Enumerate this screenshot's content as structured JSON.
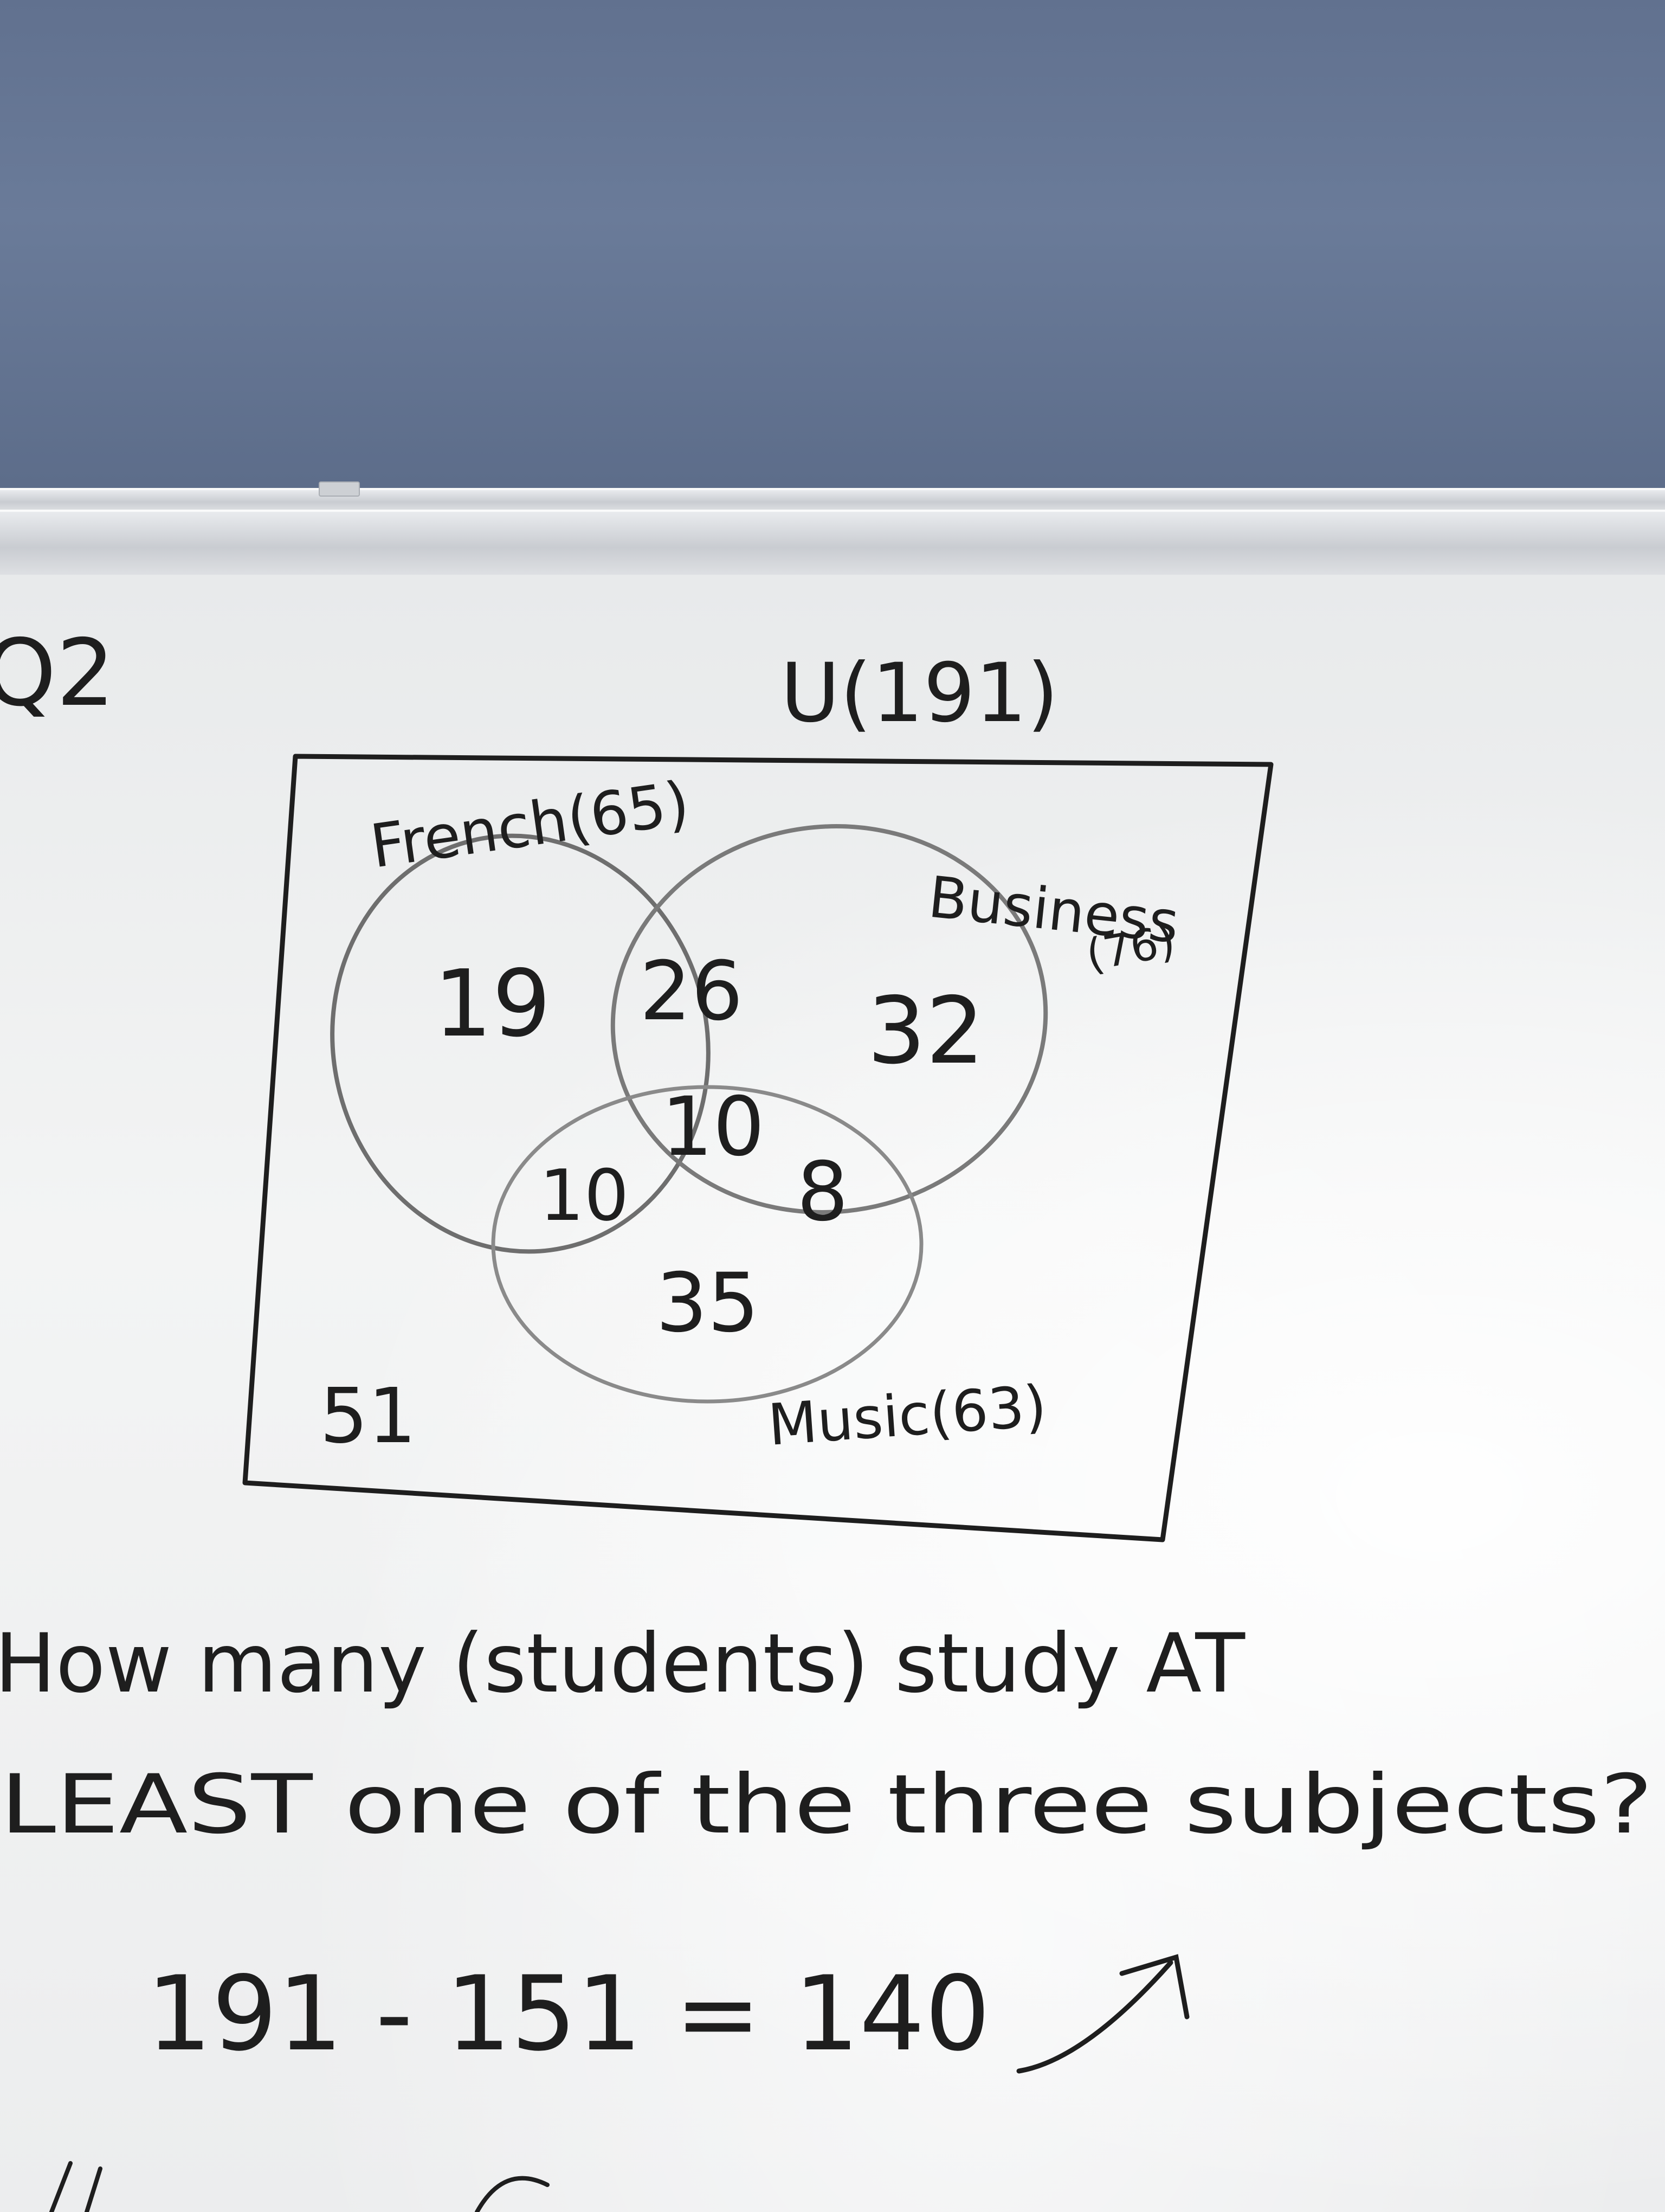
{
  "whiteboard": {
    "question_label": "Q2",
    "universe_label": "U(191)",
    "sets": {
      "french": "French(65)",
      "business": "Business",
      "business_count": "(76)",
      "music": "Music(63)"
    },
    "regions": {
      "french_only": "19",
      "french_business": "26",
      "business_only": "32",
      "all_three": "10",
      "french_music": "10",
      "business_music": "8",
      "music_only": "35",
      "outside": "51"
    },
    "question_line1": "How many (students) study AT",
    "question_line2": "LEAST one of the three subjects?",
    "answer": "191 - 151 = 140"
  },
  "colors": {
    "wall": "#61718f",
    "board": "#f1f2f2",
    "ink": "#1e1e1e",
    "circle_ink": "#6e6e6e"
  }
}
